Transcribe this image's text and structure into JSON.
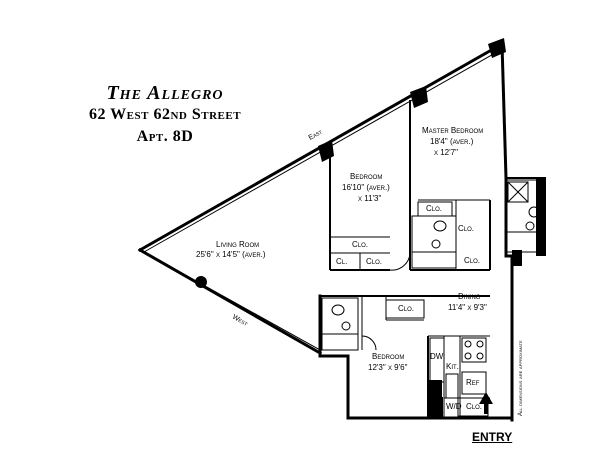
{
  "title": {
    "building": "The Allegro",
    "address": "62 West 62nd Street",
    "apartment": "Apt. 8D"
  },
  "compass": {
    "east": "East",
    "west": "West"
  },
  "rooms": {
    "living": {
      "name": "Living Room",
      "dims": "25'6\" x 14'5\" (aver.)"
    },
    "master": {
      "name": "Master Bedroom",
      "dims1": "18'4\" (aver.)",
      "dims2": "x 12'7\""
    },
    "bedroom1": {
      "name": "Bedroom",
      "dims1": "16'10\" (aver.)",
      "dims2": "x 11'3\""
    },
    "bedroom2": {
      "name": "Bedroom",
      "dims": "12'3\" x 9'6\""
    },
    "dining": {
      "name": "Dining",
      "dims": "11'4\" x 9'3\""
    }
  },
  "fixtures": {
    "clo": "Clo.",
    "cl": "Cl.",
    "dw": "DW",
    "kit": "Kit.",
    "ref": "Ref",
    "wd": "W/D"
  },
  "note": "All dimensions are approximate",
  "entry": "ENTRY"
}
